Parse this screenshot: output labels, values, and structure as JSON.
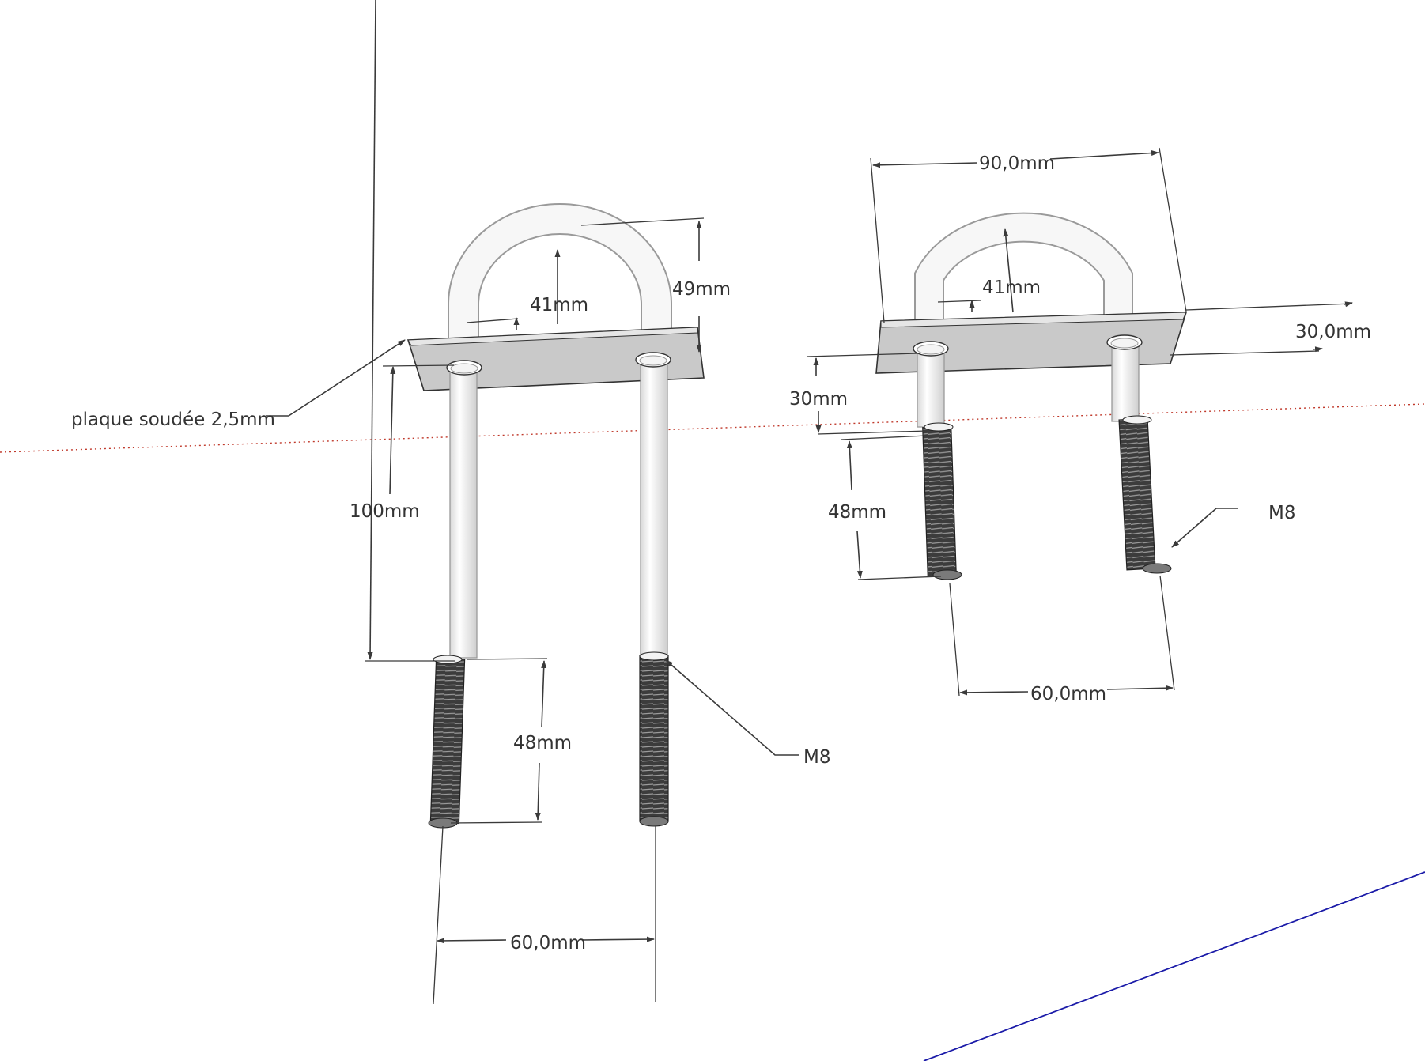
{
  "left_part": {
    "labels": {
      "plate": "plaque soudée 2,5mm",
      "arch_inner": "41mm",
      "arch_height": "49mm",
      "shank": "100mm",
      "thread": "48mm",
      "thread_size": "M8",
      "spacing": "60,0mm"
    }
  },
  "right_part": {
    "labels": {
      "plate_width": "90,0mm",
      "arch_inner": "41mm",
      "plate_depth": "30,0mm",
      "shank": "30mm",
      "thread": "48mm",
      "thread_size": "M8",
      "spacing": "60,0mm"
    }
  },
  "colors": {
    "background": "#ffffff",
    "plate": "#c9c9c9",
    "rod": "#f7f7f7",
    "thread": "#3c3c3c",
    "axis_red": "#c0392b",
    "axis_blue": "#1a1aa8",
    "dimension": "#3a3a3a"
  }
}
